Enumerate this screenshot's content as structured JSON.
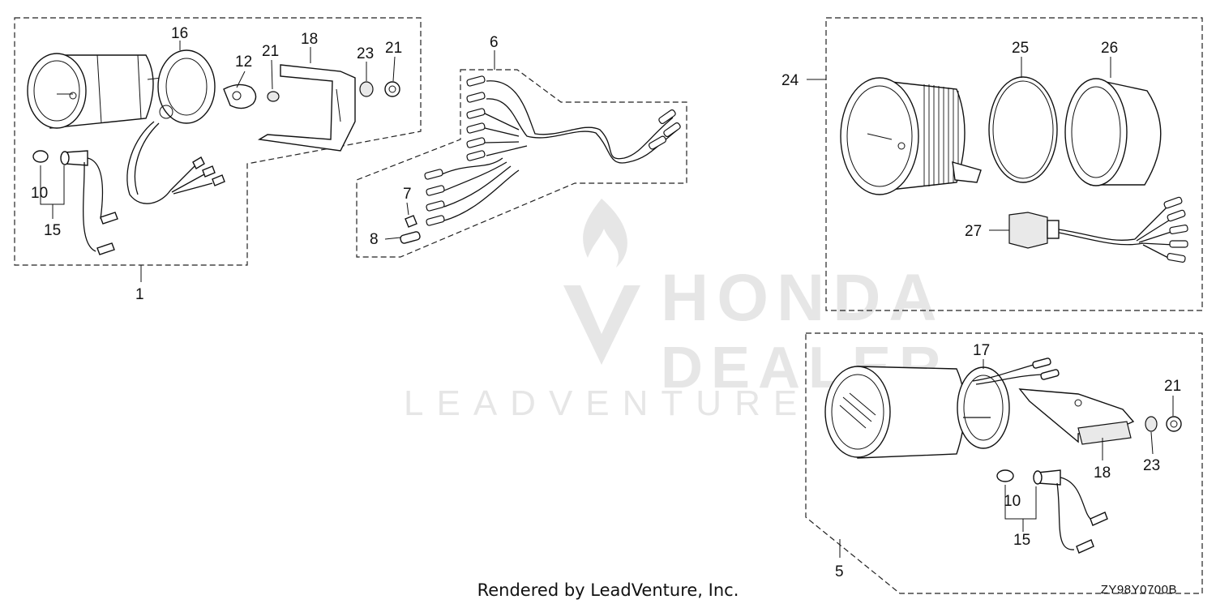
{
  "watermark": {
    "brand_line1": "HONDA",
    "brand_line2": "DEALER",
    "provider": "LEADVENTURE"
  },
  "footer": {
    "rendered_by": "Rendered by LeadVenture, Inc.",
    "diagram_code": "ZY98Y0700B"
  },
  "callouts": {
    "c1": "1",
    "c5": "5",
    "c6": "6",
    "c7": "7",
    "c8": "8",
    "c10a": "10",
    "c10b": "10",
    "c12": "12",
    "c15a": "15",
    "c15b": "15",
    "c16": "16",
    "c17": "17",
    "c18a": "18",
    "c18b": "18",
    "c21a": "21",
    "c21b": "21",
    "c21c": "21",
    "c23a": "23",
    "c23b": "23",
    "c24": "24",
    "c25": "25",
    "c26": "26",
    "c27": "27"
  }
}
